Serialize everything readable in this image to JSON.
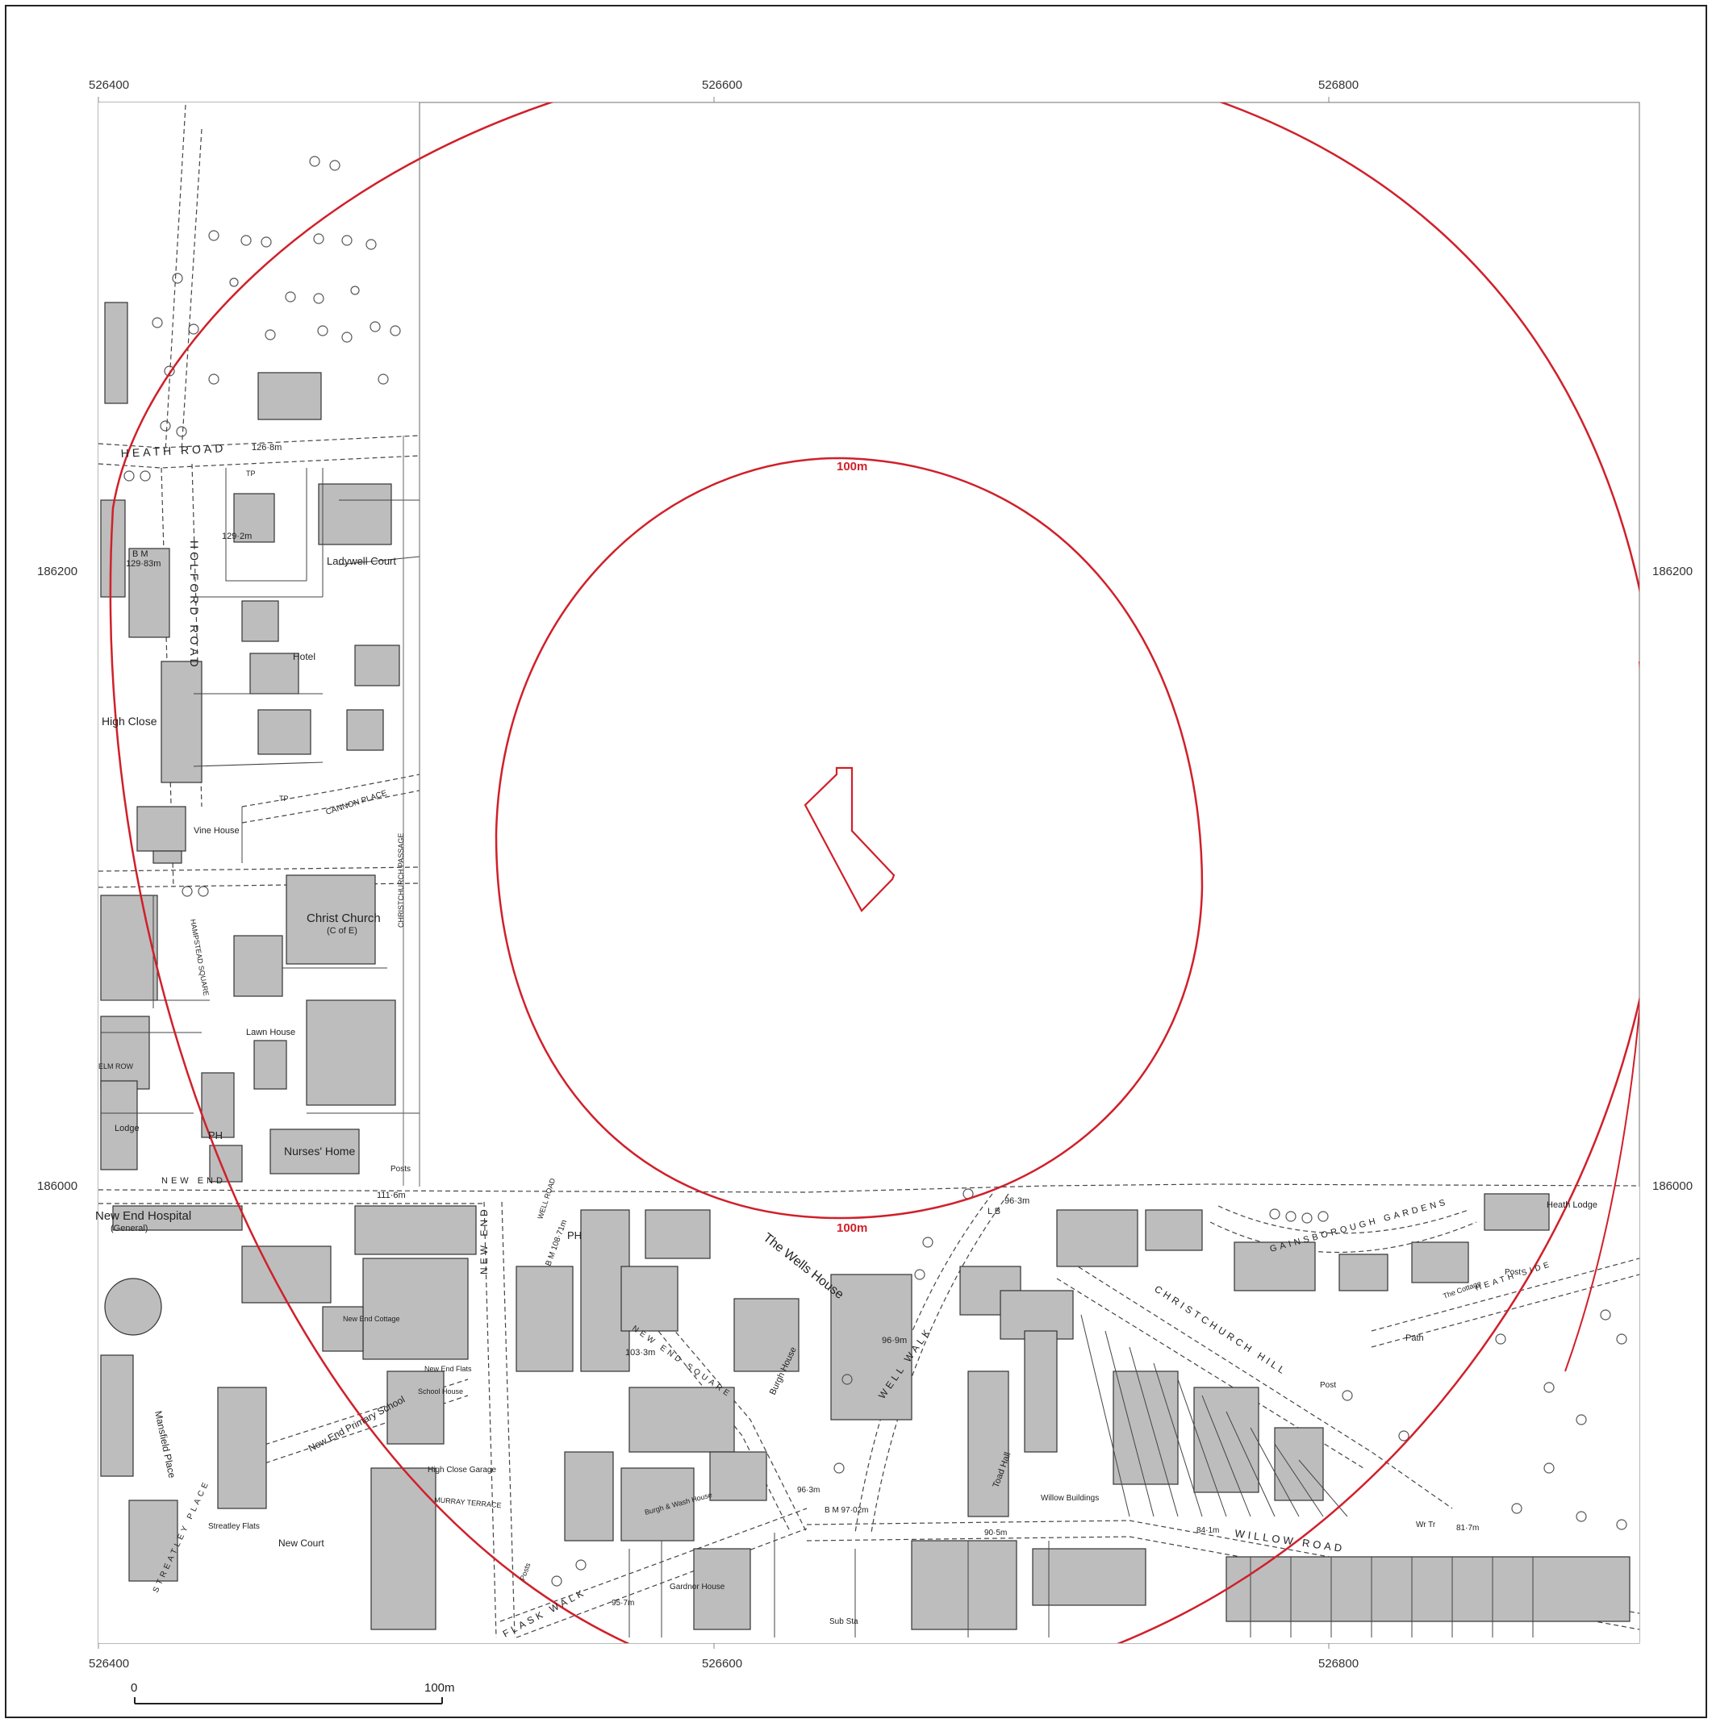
{
  "grid": {
    "easting_top": [
      "526400",
      "526600",
      "526800"
    ],
    "easting_bottom": [
      "526400",
      "526600",
      "526800"
    ],
    "northing_left": [
      "186200",
      "186000"
    ],
    "northing_right": [
      "186200",
      "186000"
    ]
  },
  "buffers": {
    "inner_label": "100m",
    "outer_label": "100m",
    "line_color": "#d0202a"
  },
  "scale_bar": {
    "start": "0",
    "end": "100m"
  },
  "labels": {
    "heath_road": "HEATH ROAD",
    "height_126": "126·8m",
    "height_129": "129·2m",
    "bm_129": "B M",
    "bm_129_val": "129·83m",
    "holford_road": "HOLFORD ROAD",
    "ladywell_court": "Ladywell Court",
    "hotel": "Hotel",
    "high_close": "High Close",
    "cannon_place": "CANNON PLACE",
    "vine_house": "Vine House",
    "christ_church": "Christ Church",
    "christ_church_sub": "(C of E)",
    "hampstead_square": "HAMPSTEAD SQUARE",
    "christchurch_passage": "CHRISTCHURCH PASSAGE",
    "lawn_house": "Lawn House",
    "elm_row": "ELM ROW",
    "nurses_home": "Nurses' Home",
    "ph_left": "PH",
    "lodge": "Lodge",
    "new_end_top": "NEW END",
    "height_111": "111·6m",
    "new_end_hospital": "New End Hospital",
    "general": "(General)",
    "well_road": "WELL ROAD",
    "ph_mid": "PH",
    "bm_108": "B M 108·71m",
    "the_wells_house": "The Wells House",
    "new_end_square": "NEW END SQUARE",
    "height_103": "103·3m",
    "burgh_house": "Burgh House",
    "height_96_9": "96·9m",
    "well_walk": "WELL WALK",
    "height_96_3_top": "96·3m",
    "lb": "L B",
    "gainsborough_gardens": "GAINSBOROUGH GARDENS",
    "christchurch_hill": "CHRISTCHURCH HILL",
    "heath_lodge": "Heath Lodge",
    "heath_side": "HEATH SIDE",
    "the_cottage": "The Cottage",
    "post": "Post",
    "path": "Path",
    "new_end_vertical": "NEW END",
    "new_end_cottage": "New End Cottage",
    "new_end_flats": "New End Flats",
    "school_house": "School House",
    "new_end_primary": "New End Primary School",
    "mansfield_place": "Mansfield Place",
    "high_close_garage": "High Close Garage",
    "murray_terrace": "MURRAY TERRACE",
    "streatley_place": "STREATLEY PLACE",
    "streatley_flats": "Streatley Flats",
    "new_court": "New Court",
    "flask_walk": "FLASK WALK",
    "gardnor_house": "Gardnor House",
    "height_95_7": "95·7m",
    "height_96_3_bot": "96·3m",
    "bm_97": "B M 97·02m",
    "height_90_5": "90·5m",
    "sub_sta": "Sub Sta",
    "willow_buildings": "Willow Buildings",
    "toad_hall": "Toad Hall",
    "willow_road": "WILLOW ROAD",
    "height_84_1": "84·1m",
    "wr_tr": "Wr Tr",
    "height_81_7": "81·7m",
    "burgh_wash": "Burgh & Wash House",
    "posts_a": "Posts",
    "posts_b": "Posts",
    "tp_a": "TP",
    "tp_b": "TP"
  }
}
